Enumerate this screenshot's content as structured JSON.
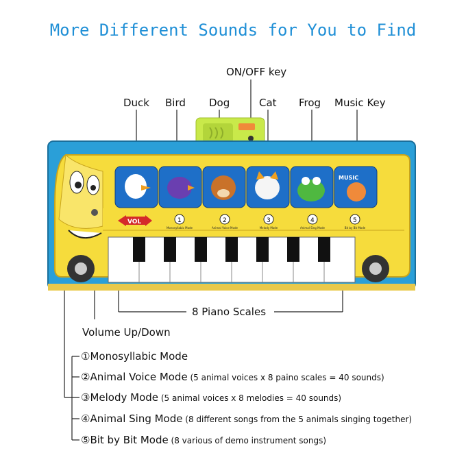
{
  "title": "More Different Sounds for You to Find",
  "callouts": {
    "onoff": "ON/OFF key",
    "duck": "Duck",
    "bird": "Bird",
    "dog": "Dog",
    "cat": "Cat",
    "frog": "Frog",
    "music": "Music Key",
    "scales": "8 Piano Scales",
    "volume": "Volume Up/Down"
  },
  "mat": {
    "volume_text": "VOL",
    "music_badge": "MUSIC",
    "button_labels": [
      "Monosyllabic Mode",
      "Animal Voice Mode",
      "Melody Mode",
      "Animal Sing Mode",
      "Bit by Bit Mode"
    ],
    "button_numbers": [
      "1",
      "2",
      "3",
      "4",
      "5"
    ]
  },
  "modes": [
    {
      "num": "①",
      "name": "Monosyllabic Mode",
      "desc": ""
    },
    {
      "num": "②",
      "name": "Animal Voice Mode",
      "desc": " (5 animal voices x 8 paino scales = 40 sounds)"
    },
    {
      "num": "③",
      "name": "Melody Mode",
      "desc": " (5 animal voices x 8 melodies = 40 sounds)"
    },
    {
      "num": "④",
      "name": "Animal Sing Mode",
      "desc": " (8 different songs from the 5 animals singing together)"
    },
    {
      "num": "⑤",
      "name": "Bit by Bit Mode",
      "desc": " (8 various of demo instrument songs)"
    }
  ],
  "colors": {
    "title": "#1f8fd6",
    "mat_border": "#2a9fd8",
    "bus_body": "#f6dc3c",
    "speaker": "#c9e94a"
  }
}
